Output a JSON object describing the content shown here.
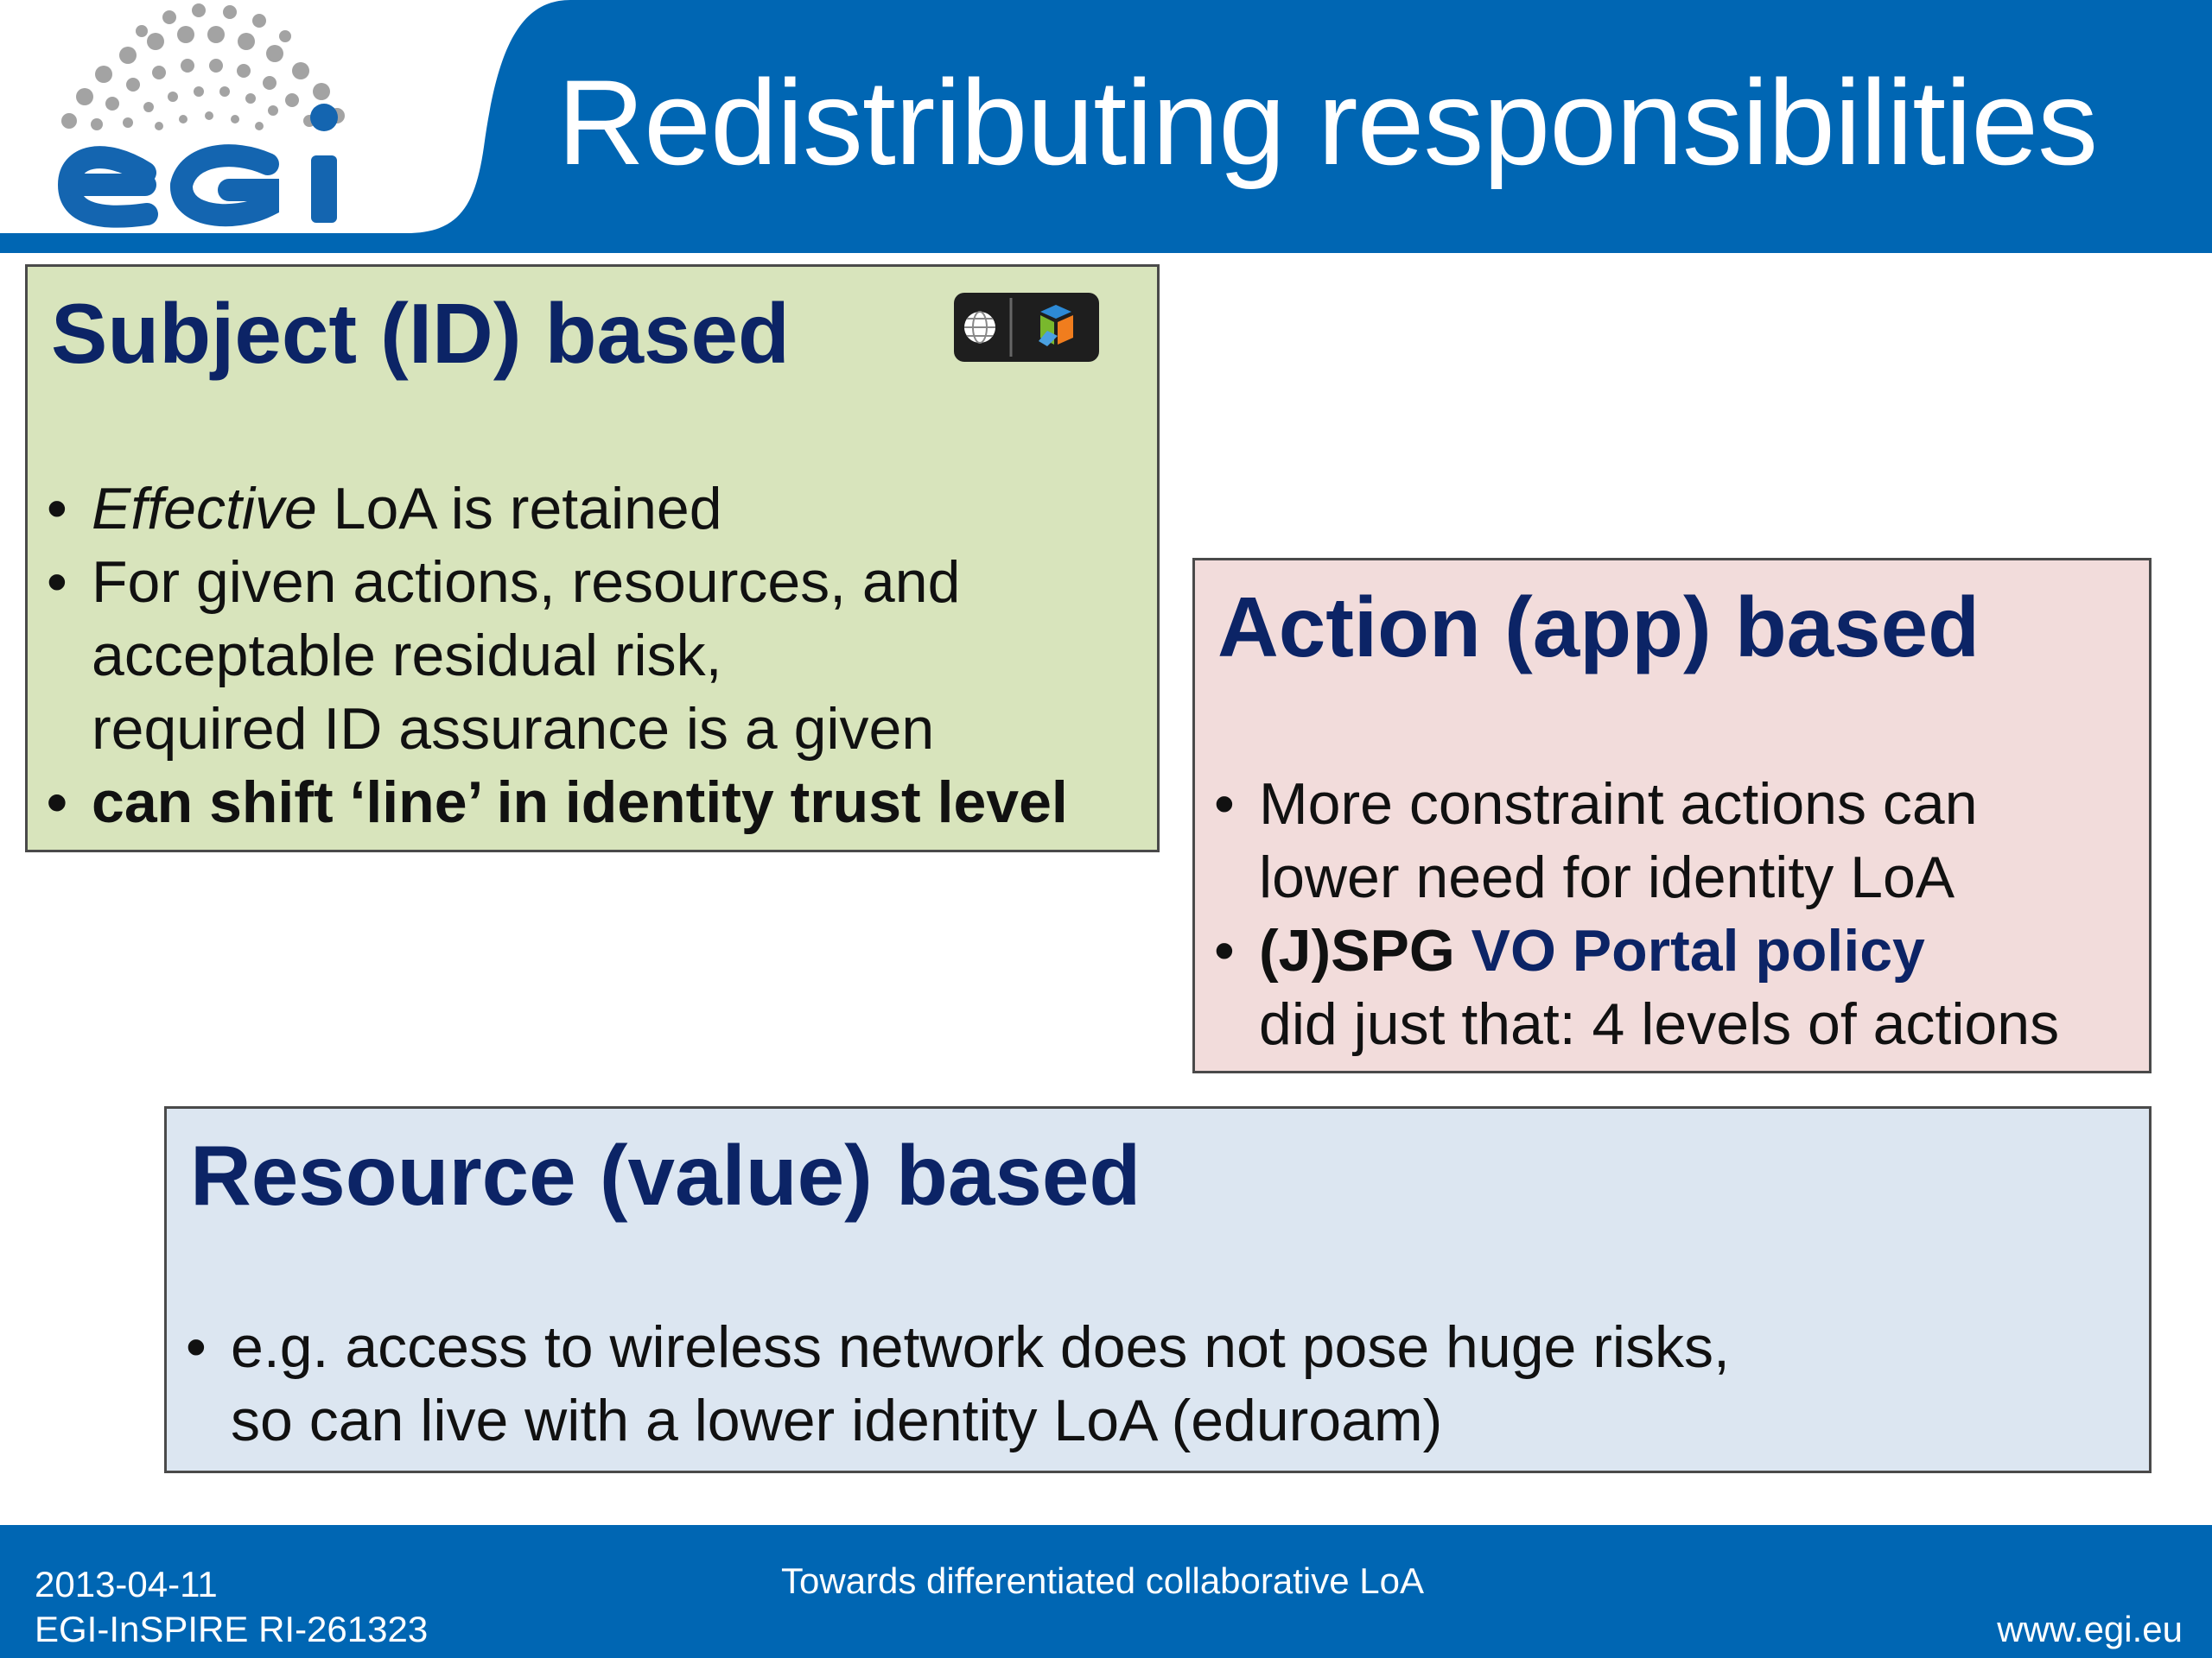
{
  "slide": {
    "title": "Redistributing responsibilities",
    "logo_text": "egi"
  },
  "subject_box": {
    "heading": "Subject (ID) based",
    "bullet1_emph": "Effective",
    "bullet1_rest": " LoA is retained",
    "bullet2_line1": "For given actions, resources, and",
    "bullet2_line2": "acceptable residual risk,",
    "bullet2_line3": "required ID assurance is a given",
    "bullet3": "can shift ‘line’ in identity trust level",
    "icons": [
      "globe-icon",
      "cube-icon"
    ]
  },
  "action_box": {
    "heading": "Action (app) based",
    "bullet1_line1": "More constraint actions can",
    "bullet1_line2": "lower need for identity LoA",
    "bullet2_prefix": "(J)SPG ",
    "bullet2_link": "VO Portal policy",
    "bullet2_line2": "did just that: 4 levels of actions"
  },
  "resource_box": {
    "heading": "Resource (value) based",
    "bullet1_line1": "e.g. access to wireless network does not pose huge risks,",
    "bullet1_line2": "so can live with a lower identity LoA (eduroam)"
  },
  "footer": {
    "date": "2013-04-11",
    "project": "EGI-InSPIRE RI-261323",
    "center": "Towards differentiated collaborative LoA",
    "url": "www.egi.eu"
  },
  "colors": {
    "brand_blue": "#0066b3",
    "heading_navy": "#0c2466",
    "subject_bg": "#d8e4bc",
    "action_bg": "#f2dcdb",
    "resource_bg": "#dce6f1"
  }
}
